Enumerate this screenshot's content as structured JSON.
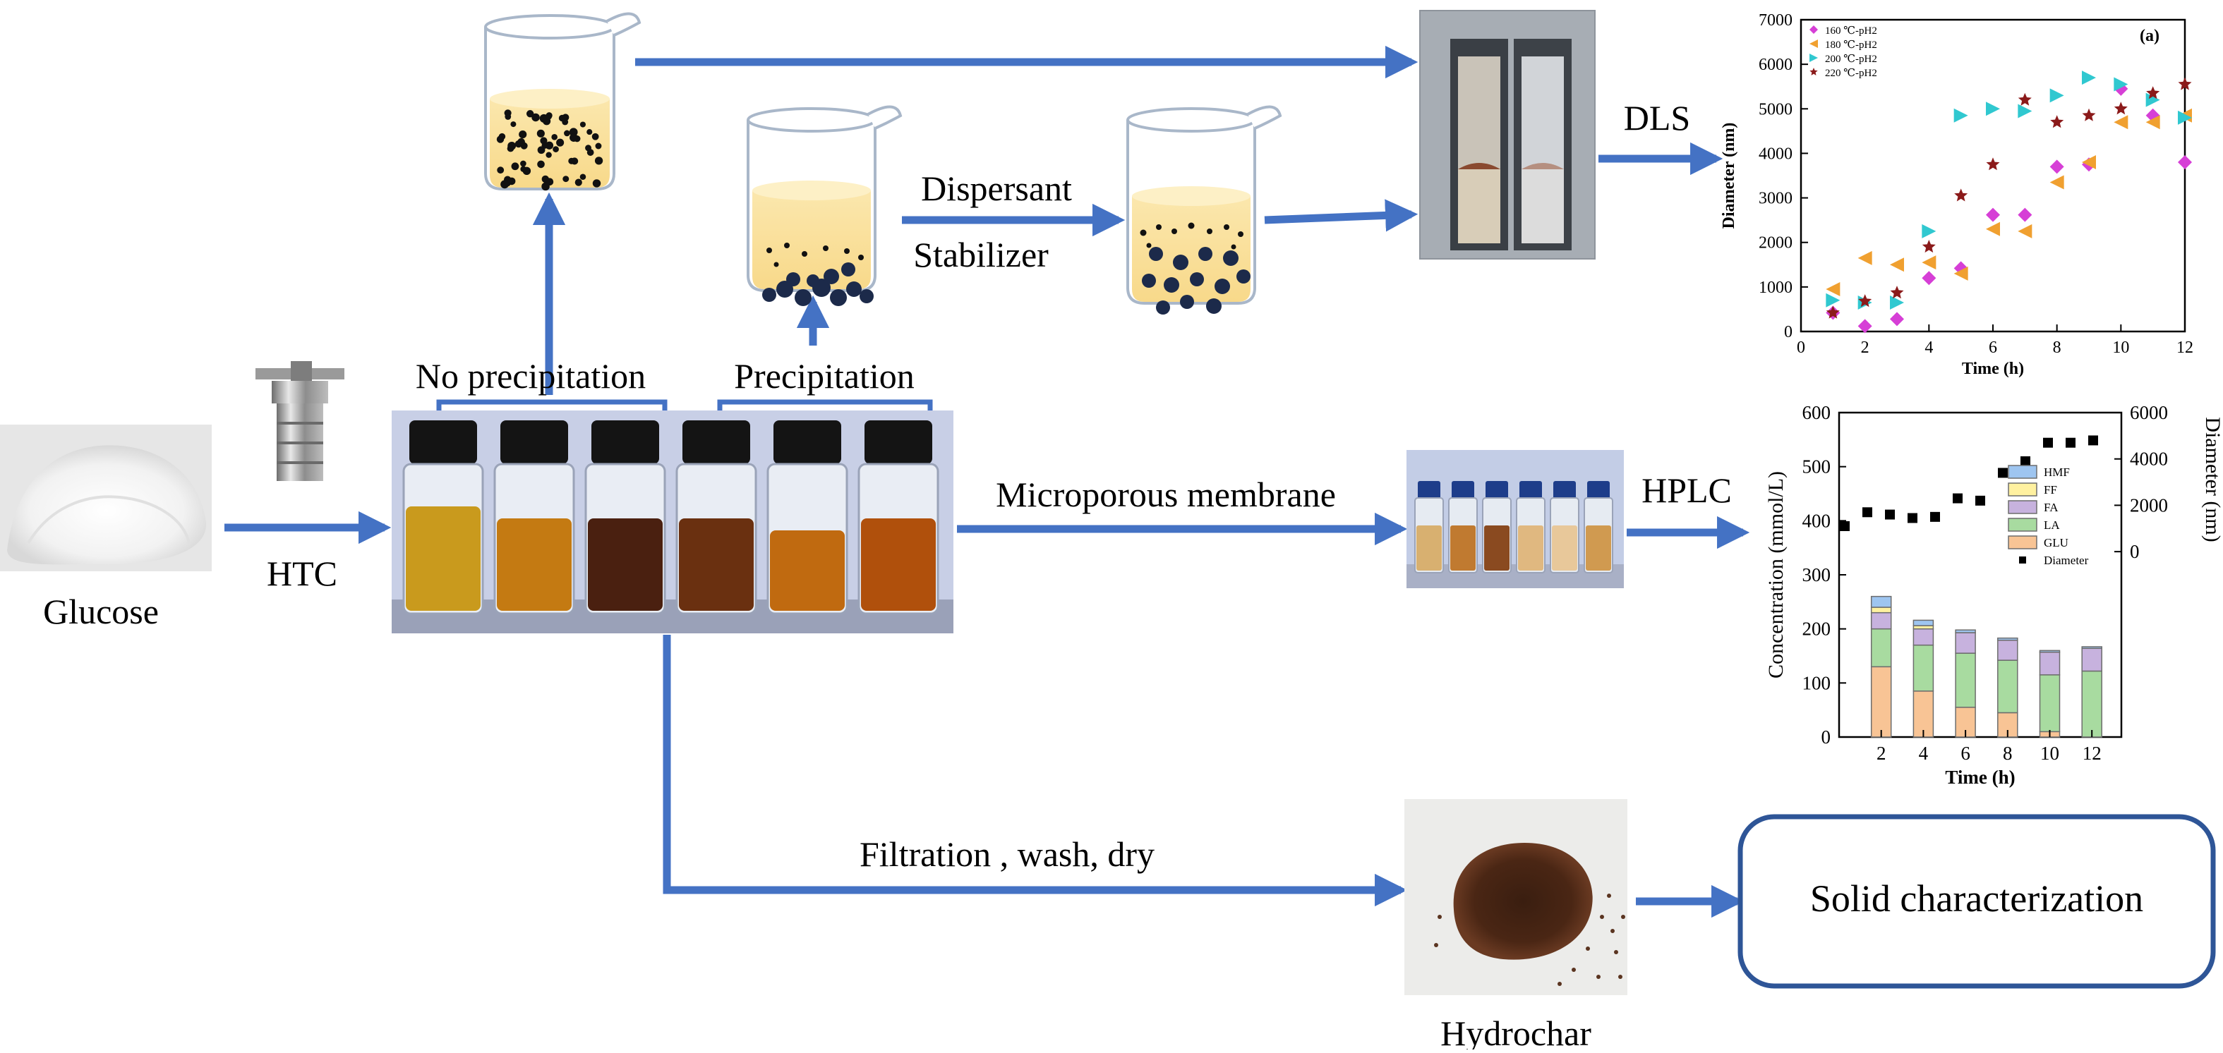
{
  "labels": {
    "glucose": "Glucose",
    "htc": "HTC",
    "no_precipitation": "No precipitation",
    "precipitation": "Precipitation",
    "dispersant": "Dispersant",
    "stabilizer": "Stabilizer",
    "dls": "DLS",
    "microporous_membrane": "Microporous membrane",
    "hplc": "HPLC",
    "filtration": "Filtration , wash, dry",
    "hydrochar": "Hydrochar",
    "solid_characterization": "Solid characterization"
  },
  "colors": {
    "arrow": "#4472c4",
    "liquid": "#fbe3a0",
    "particle": "#1c2a4a",
    "box_border": "#2e5597"
  },
  "icons": [
    "glucose-powder",
    "autoclave",
    "vial-row",
    "cuvette-photo",
    "hydrochar-powder",
    "beaker"
  ],
  "chart_data": [
    {
      "type": "scatter",
      "panel_label": "(a)",
      "xlabel": "Time (h)",
      "ylabel": "Diameter (nm)",
      "xlim": [
        0,
        12
      ],
      "ylim": [
        0,
        7000
      ],
      "x_ticks": [
        "0",
        "2",
        "4",
        "6",
        "8",
        "10",
        "12"
      ],
      "y_ticks": [
        "0",
        "1000",
        "2000",
        "3000",
        "4000",
        "5000",
        "6000",
        "7000"
      ],
      "legend_position": "top-left",
      "series": [
        {
          "name": "160 ℃-pH2",
          "marker": "diamond",
          "color": "#d63fd6",
          "points": [
            [
              1,
              420
            ],
            [
              2,
              120
            ],
            [
              3,
              280
            ],
            [
              4,
              1200
            ],
            [
              5,
              1420
            ],
            [
              6,
              2620
            ],
            [
              7,
              2620
            ],
            [
              8,
              3700
            ],
            [
              9,
              3750
            ],
            [
              10,
              5450
            ],
            [
              11,
              4850
            ],
            [
              12,
              3800
            ]
          ]
        },
        {
          "name": "180 ℃-pH2",
          "marker": "triangle-left",
          "color": "#f0a030",
          "points": [
            [
              1,
              950
            ],
            [
              2,
              1650
            ],
            [
              3,
              1500
            ],
            [
              4,
              1550
            ],
            [
              5,
              1300
            ],
            [
              6,
              2300
            ],
            [
              7,
              2250
            ],
            [
              8,
              3350
            ],
            [
              9,
              3800
            ],
            [
              10,
              4700
            ],
            [
              11,
              4700
            ],
            [
              12,
              4850
            ]
          ]
        },
        {
          "name": "200 ℃-pH2",
          "marker": "triangle-right",
          "color": "#30c8d0",
          "points": [
            [
              1,
              700
            ],
            [
              2,
              650
            ],
            [
              3,
              650
            ],
            [
              4,
              2250
            ],
            [
              5,
              4850
            ],
            [
              6,
              5000
            ],
            [
              7,
              4950
            ],
            [
              8,
              5300
            ],
            [
              9,
              5700
            ],
            [
              10,
              5550
            ],
            [
              11,
              5200
            ],
            [
              12,
              4800
            ]
          ]
        },
        {
          "name": "220 ℃-pH2",
          "marker": "star",
          "color": "#8b1a1a",
          "points": [
            [
              1,
              420
            ],
            [
              2,
              680
            ],
            [
              3,
              870
            ],
            [
              4,
              1900
            ],
            [
              5,
              3050
            ],
            [
              6,
              3750
            ],
            [
              7,
              5200
            ],
            [
              8,
              4700
            ],
            [
              9,
              4850
            ],
            [
              10,
              5000
            ],
            [
              11,
              5350
            ],
            [
              12,
              5550
            ]
          ]
        }
      ]
    },
    {
      "type": "bar",
      "stacked": true,
      "xlabel": "Time (h)",
      "ylabel": "Concentration (mmol/L)",
      "ylabel_right": "Diameter (nm)",
      "ylim": [
        0,
        600
      ],
      "ylim_right": [
        -8000,
        6000
      ],
      "x_ticks": [
        "2",
        "4",
        "6",
        "8",
        "10",
        "12"
      ],
      "y_ticks": [
        "0",
        "100",
        "200",
        "300",
        "400",
        "500",
        "600"
      ],
      "y_ticks_right": [
        "0",
        "2000",
        "4000",
        "6000"
      ],
      "legend_position": "right",
      "categories": [
        "2",
        "4",
        "6",
        "8",
        "10",
        "12"
      ],
      "series": [
        {
          "name": "GLU",
          "color": "#f8c495",
          "values": [
            130,
            85,
            55,
            45,
            10,
            0
          ]
        },
        {
          "name": "LA",
          "color": "#a8dba0",
          "values": [
            70,
            85,
            100,
            97,
            105,
            122
          ]
        },
        {
          "name": "FA",
          "color": "#c7b2de",
          "values": [
            30,
            30,
            38,
            37,
            42,
            42
          ]
        },
        {
          "name": "FF",
          "color": "#fff1a0",
          "values": [
            10,
            6,
            0,
            0,
            0,
            0
          ]
        },
        {
          "name": "HMF",
          "color": "#9ec5f0",
          "values": [
            20,
            10,
            5,
            4,
            3,
            3
          ]
        }
      ],
      "diameter_series": {
        "name": "Diameter",
        "marker": "square",
        "color": "#000000",
        "points": [
          [
            0,
            1100
          ],
          [
            1,
            1700
          ],
          [
            2,
            1600
          ],
          [
            3,
            1450
          ],
          [
            4,
            1500
          ],
          [
            5,
            2300
          ],
          [
            6,
            2200
          ],
          [
            7,
            3400
          ],
          [
            8,
            3900
          ],
          [
            9,
            4700
          ],
          [
            10,
            4700
          ],
          [
            11,
            4800
          ]
        ]
      }
    }
  ]
}
